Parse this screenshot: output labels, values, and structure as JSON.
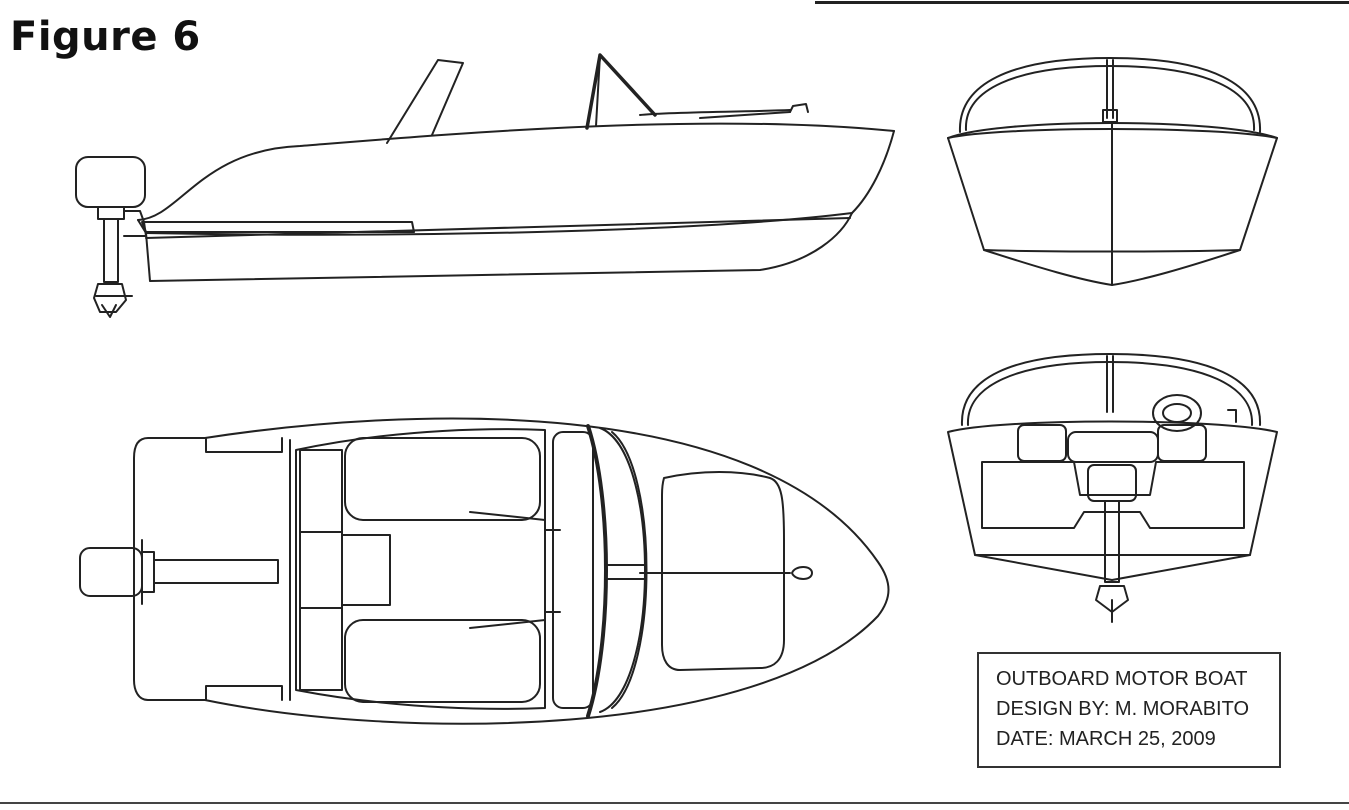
{
  "figure": {
    "label": "Figure 6"
  },
  "title_block": {
    "line1": "OUTBOARD MOTOR BOAT",
    "line2": "DESIGN BY: M. MORABITO",
    "line3": "DATE: MARCH 25, 2009"
  },
  "colors": {
    "ink": "#222222",
    "paper": "#ffffff"
  }
}
